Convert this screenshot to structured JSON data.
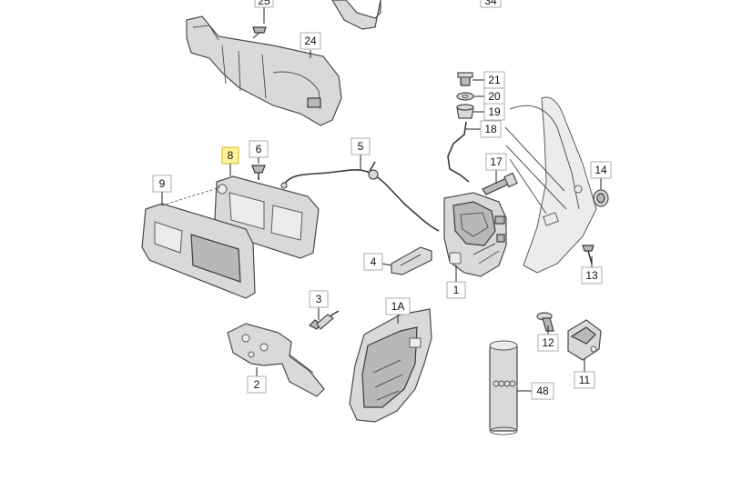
{
  "callouts": {
    "c1": "1",
    "c1a": "1A",
    "c2": "2",
    "c3": "3",
    "c4": "4",
    "c5": "5",
    "c6": "6",
    "c8": "8",
    "c9": "9",
    "c11": "11",
    "c12": "12",
    "c13": "13",
    "c14": "14",
    "c17": "17",
    "c18": "18",
    "c19": "19",
    "c20": "20",
    "c21": "21",
    "c24": "24",
    "c25": "25",
    "c34": "34",
    "c48": "48"
  },
  "highlighted_callout": "8",
  "colors": {
    "highlight_fill": "#fff29a",
    "part_fill": "#d9d9d9"
  }
}
